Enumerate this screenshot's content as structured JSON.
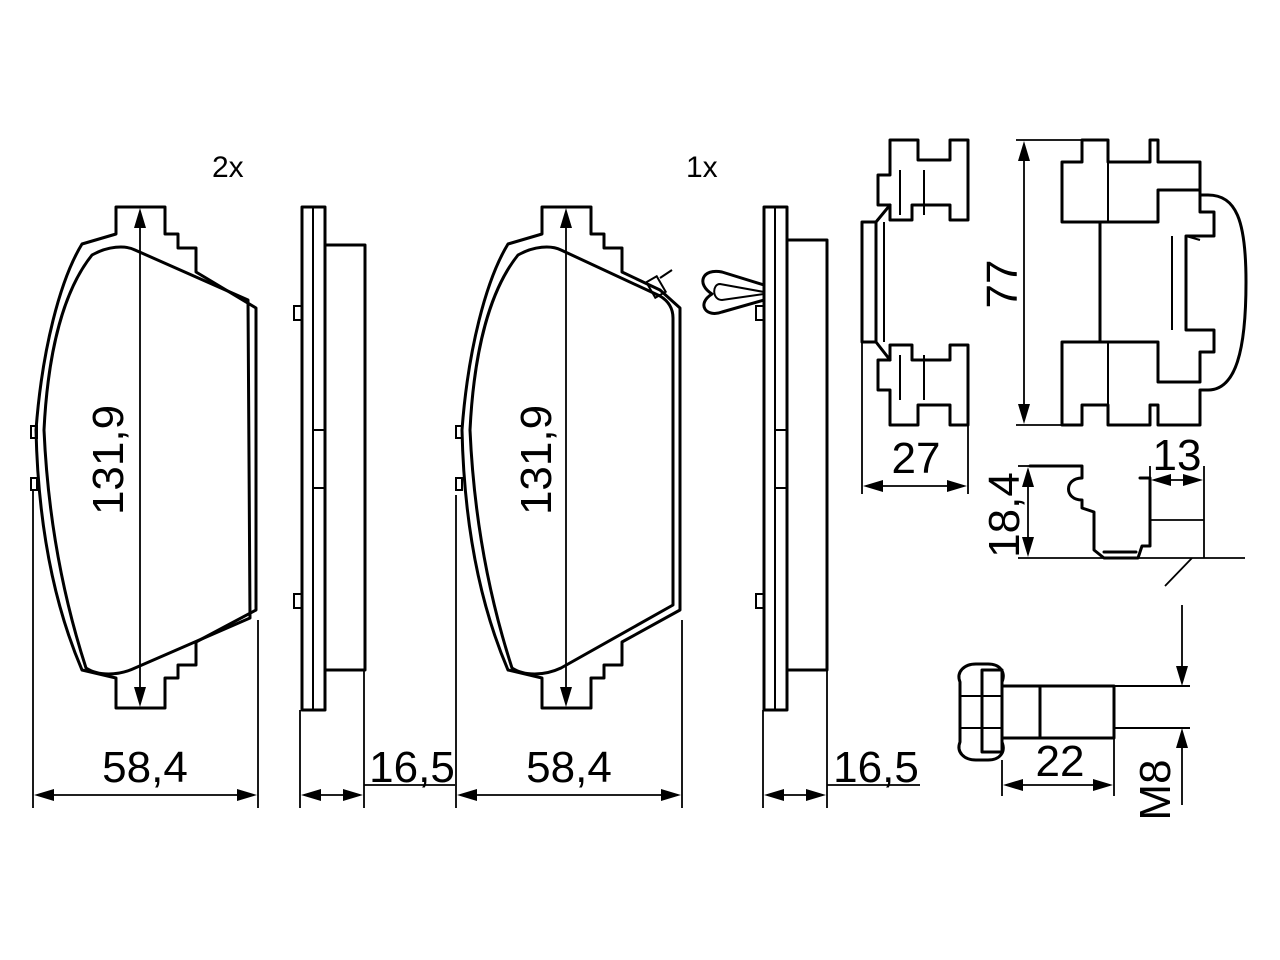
{
  "quantities": {
    "pad_pair": "2x",
    "pad_single": "1x"
  },
  "dimensions": {
    "pad_left_height": "131,9",
    "pad_left_width": "58,4",
    "pad_left_thickness": "16,5",
    "pad_right_height": "131,9",
    "pad_right_width": "58,4",
    "pad_right_thickness": "16,5",
    "clip_side_width": "27",
    "clip_front_height": "77",
    "spring_height": "18,4",
    "spring_width": "13",
    "bolt_length": "22",
    "bolt_thread": "M8"
  }
}
